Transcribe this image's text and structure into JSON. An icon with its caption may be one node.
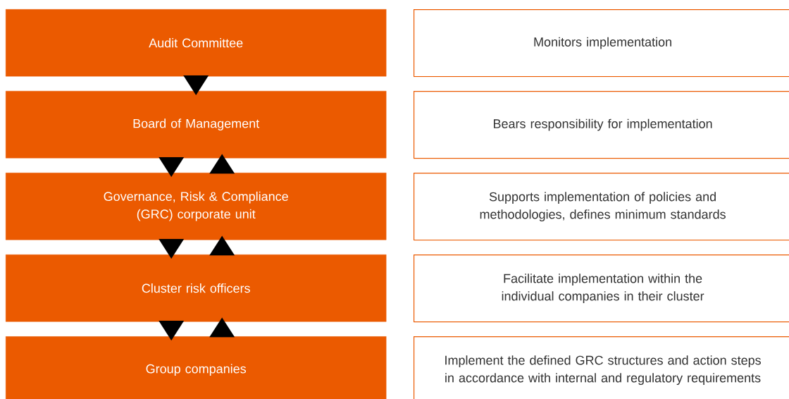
{
  "diagram": {
    "nodes": [
      {
        "text": [
          "Audit Committee"
        ]
      },
      {
        "text": [
          "Monitors implementation"
        ]
      },
      {
        "text": [
          "Board of Management"
        ]
      },
      {
        "text": [
          "Bears responsibility for implementation"
        ]
      },
      {
        "text": [
          "Governance, Risk & Compliance (GRC) corporate unit"
        ]
      },
      {
        "text": [
          "Supports implementation of policies and methodologies, defines minimum standards"
        ]
      },
      {
        "text": [
          "Cluster risk officers"
        ]
      },
      {
        "text": [
          "Facilitate implementation within the individual companies in their cluster"
        ]
      },
      {
        "text": [
          "Group companies"
        ]
      },
      {
        "text": [
          "Implement the defined GRC structures and action steps in accordance with internal and regulatory requirements"
        ]
      }
    ],
    "edges": [
      {
        "from": 0,
        "to": 2,
        "arrow": "to"
      },
      {
        "from": 2,
        "to": 4,
        "arrow": "to"
      },
      {
        "from": 4,
        "to": 2,
        "arrow": "to"
      },
      {
        "from": 4,
        "to": 6,
        "arrow": "to"
      },
      {
        "from": 6,
        "to": 4,
        "arrow": "to"
      },
      {
        "from": 6,
        "to": 8,
        "arrow": "to"
      },
      {
        "from": 8,
        "to": 6,
        "arrow": "to"
      }
    ]
  }
}
